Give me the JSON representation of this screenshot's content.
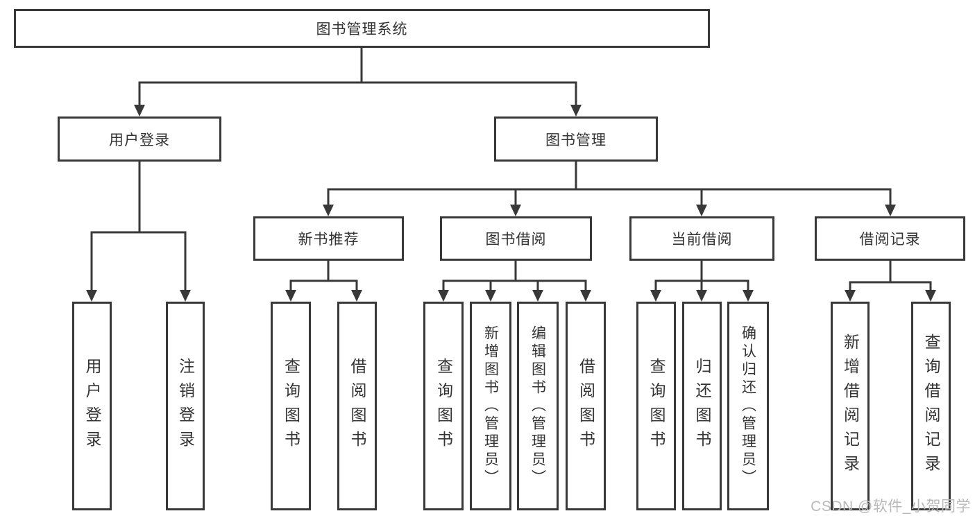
{
  "diagram": {
    "root": {
      "label": "图书管理系统"
    },
    "level2": [
      {
        "label": "用户登录"
      },
      {
        "label": "图书管理"
      }
    ],
    "level3": [
      {
        "label": "新书推荐"
      },
      {
        "label": "图书借阅"
      },
      {
        "label": "当前借阅"
      },
      {
        "label": "借阅记录"
      }
    ],
    "leaf_groups": [
      {
        "items": [
          "用户登录",
          "注销登录"
        ]
      },
      {
        "items": [
          "查询图书",
          "借阅图书"
        ]
      },
      {
        "items": [
          "查询图书",
          "新增图书（管理员）",
          "编辑图书（管理员）",
          "借阅图书"
        ]
      },
      {
        "items": [
          "查询图书",
          "归还图书",
          "确认归还（管理员）"
        ]
      },
      {
        "items": [
          "新增借阅记录",
          "查询借阅记录"
        ]
      }
    ]
  },
  "watermark": {
    "text": "CSDN @软件_小贺同学"
  },
  "colors": {
    "box_border": "#383838",
    "connector_line": "#383838",
    "text": "#333333",
    "watermark_text": "#b9b9b9",
    "background": "#ffffff"
  }
}
